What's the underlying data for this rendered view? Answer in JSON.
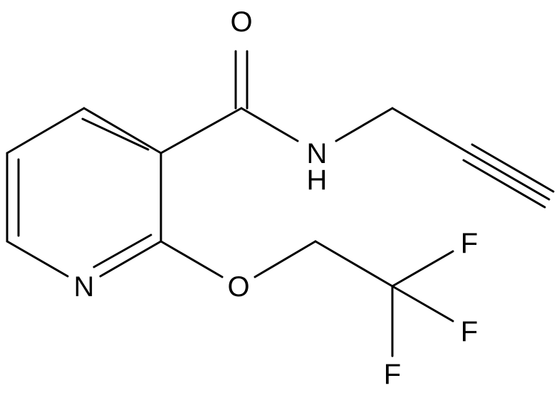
{
  "molecule": {
    "atoms": {
      "oxygen_carbonyl": "O",
      "amide_nitrogen": "N",
      "amide_hydrogen": "H",
      "pyridine_nitrogen": "N",
      "ether_oxygen": "O",
      "fluorine_1": "F",
      "fluorine_2": "F",
      "fluorine_3": "F"
    }
  },
  "colors": {
    "ink": "#000000",
    "background": "#ffffff"
  }
}
